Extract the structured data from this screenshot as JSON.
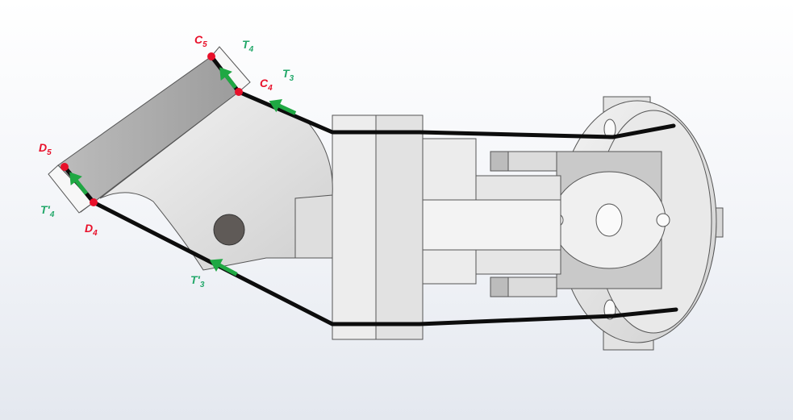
{
  "colors": {
    "point": "#e8102a",
    "tension_arrow": "#1fa843",
    "label_point": "#e8102a",
    "label_tension": "#23a86a",
    "cable": "#0d0d0d",
    "part_fill": "#dcdcdc",
    "part_stroke": "#555555"
  },
  "labels": {
    "C5": {
      "main": "C",
      "sub": "5"
    },
    "C4": {
      "main": "C",
      "sub": "4"
    },
    "D5": {
      "main": "D",
      "sub": "5"
    },
    "D4": {
      "main": "D",
      "sub": "4"
    },
    "T4": {
      "main": "T",
      "sub": "4"
    },
    "T3": {
      "main": "T",
      "sub": "3"
    },
    "T4p": {
      "main": "T'",
      "sub": "4"
    },
    "T3p": {
      "main": "T'",
      "sub": "3"
    }
  },
  "icons": {
    "arrow": "green-arrow-icon",
    "joint": "red-dot-icon",
    "pivot": "dark-pin-icon"
  }
}
